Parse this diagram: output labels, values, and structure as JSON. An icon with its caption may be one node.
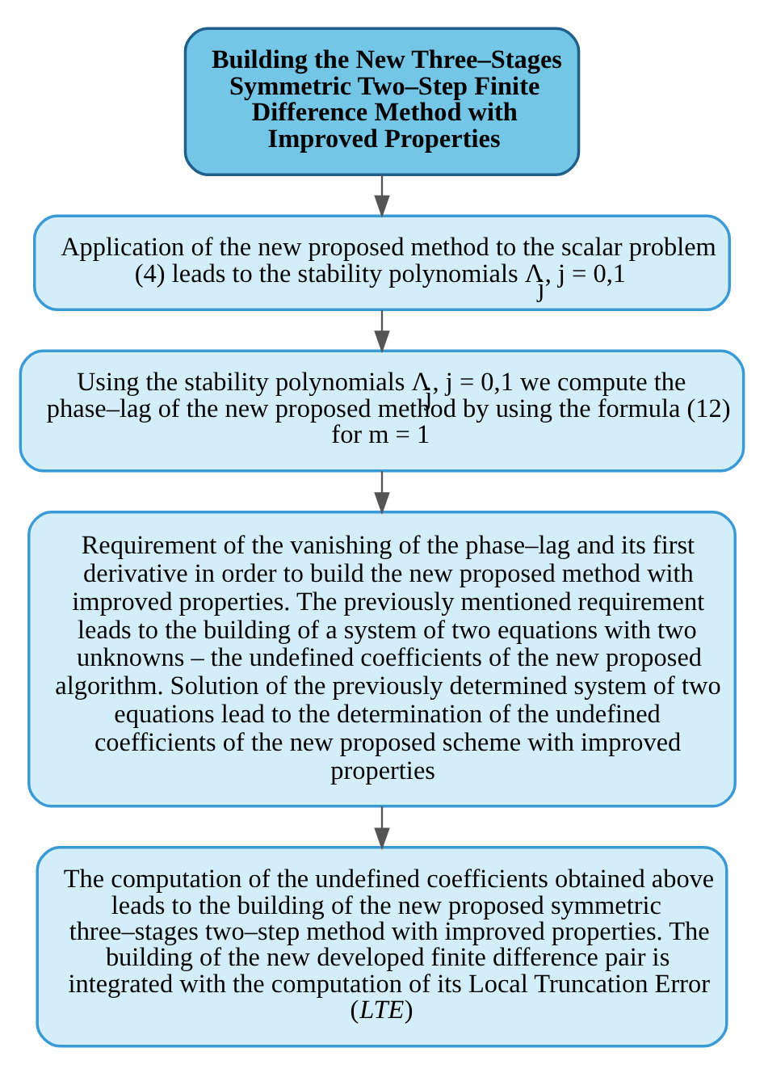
{
  "diagram": {
    "nodes": [
      {
        "text": [
          "Building the New Three–Stages Symmetric Two–Step Finite Difference Method with Improved Properties"
        ]
      },
      {
        "text": [
          "Application of the new proposed method to the scalar problem (4) leads to the stability polynomials Λ$_{j}$, j = 0,1"
        ]
      },
      {
        "text": [
          "Using the stability polynomials Λ$_{j}$, j = 0,1 we compute the phase–lag of the new proposed method by using the formula (12) for m = 1"
        ]
      },
      {
        "text": [
          "Requirement of the vanishing of the phase–lag and its first derivative in order to build the new proposed method with improved properties. The previously mentioned requirement leads to the building of a system of two equations with two unknowns – the undefined coefficients of the new proposed algorithm. Solution of the previously determined system of two equations lead to the determination of the undefined coefficients of the new proposed scheme with improved properties"
        ]
      },
      {
        "text": [
          "The computation of the undefined coefficients obtained above leads to the building of the new proposed symmetric three–stages two–step method with improved properties. The building of the new developed finite difference pair is integrated with the computation of its Local Truncation Error (*LTE*)"
        ]
      }
    ],
    "edges": [
      {
        "from": 0,
        "to": 1,
        "arrow": "to"
      },
      {
        "from": 1,
        "to": 2,
        "arrow": "to"
      },
      {
        "from": 2,
        "to": 3,
        "arrow": "to"
      },
      {
        "from": 3,
        "to": 4,
        "arrow": "to"
      }
    ]
  }
}
